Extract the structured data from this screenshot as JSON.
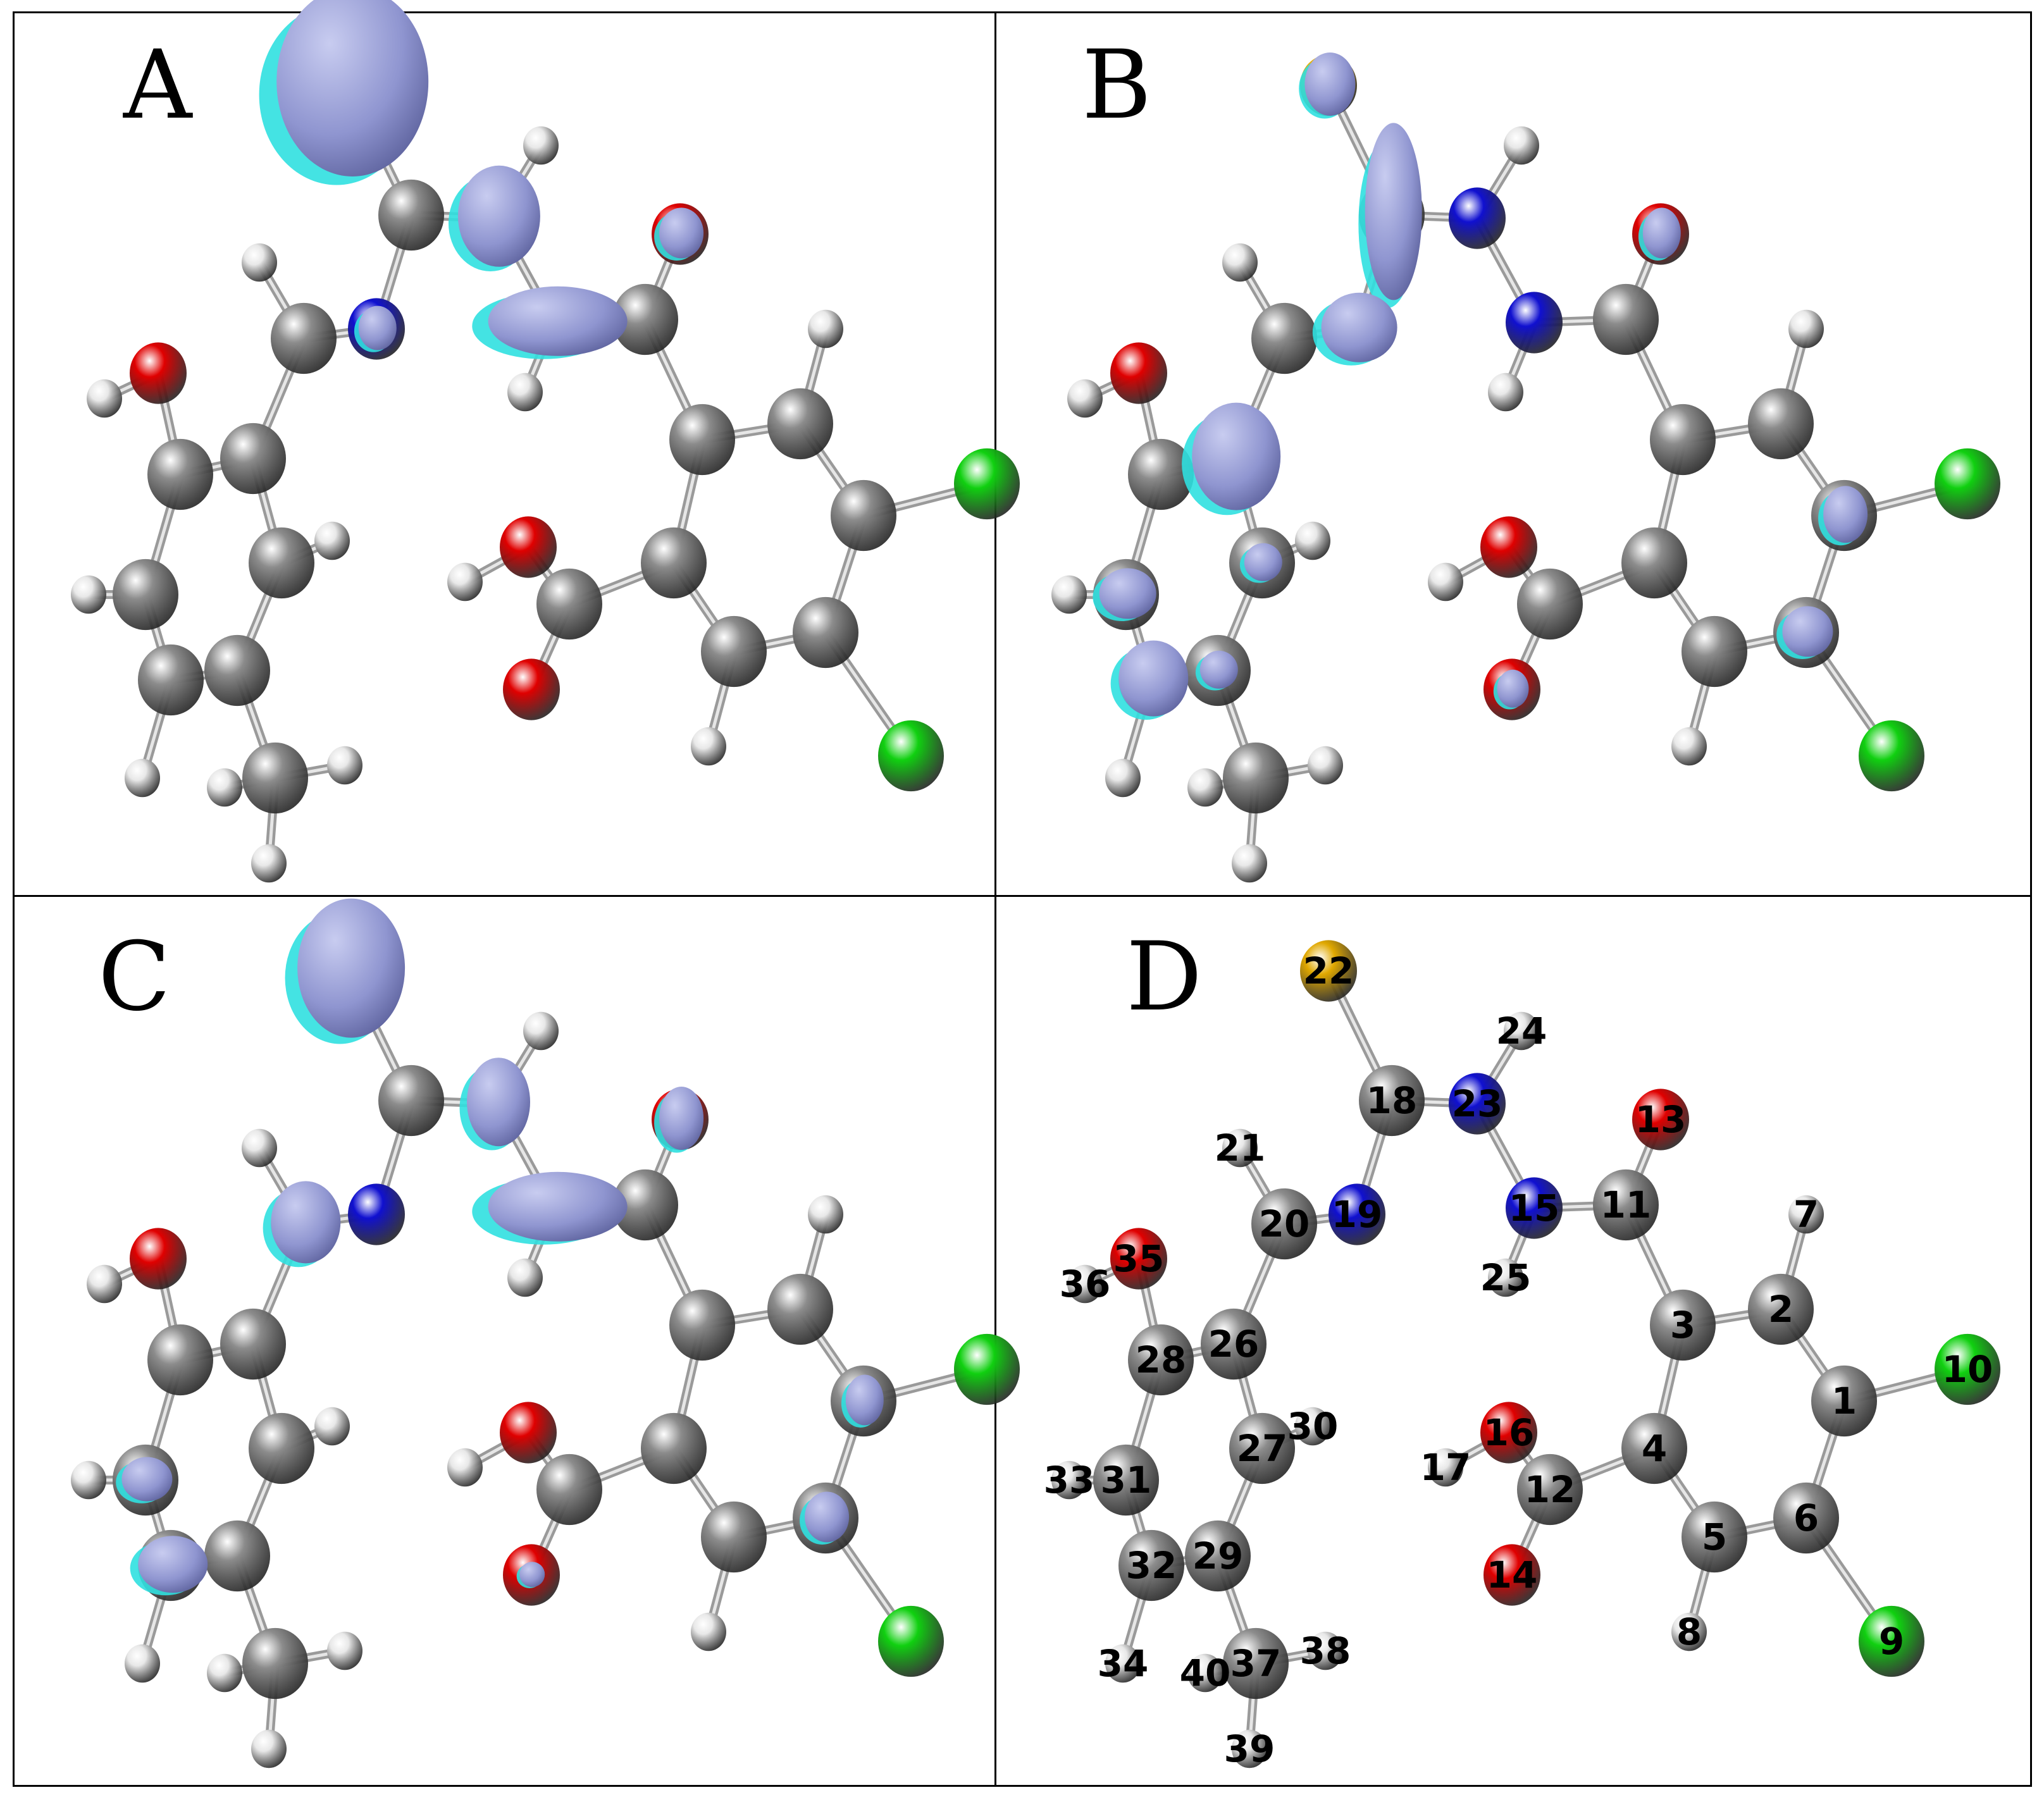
{
  "panels": {
    "A": {
      "letter": "A"
    },
    "B": {
      "letter": "B"
    },
    "C": {
      "letter": "C"
    },
    "D": {
      "letter": "D"
    }
  },
  "colors": {
    "carbon": "#8c8c8c",
    "hydrogen": "#e8e8e8",
    "oxygen": "#e00000",
    "nitrogen": "#1010d0",
    "sulfur": "#e0a800",
    "chlorine": "#10d010",
    "lobe_primary": "#8f95d0",
    "lobe_secondary": "#30e0e0"
  },
  "atoms": [
    {
      "n": "1",
      "el": "C"
    },
    {
      "n": "2",
      "el": "C"
    },
    {
      "n": "3",
      "el": "C"
    },
    {
      "n": "4",
      "el": "C"
    },
    {
      "n": "5",
      "el": "C"
    },
    {
      "n": "6",
      "el": "C"
    },
    {
      "n": "7",
      "el": "H"
    },
    {
      "n": "8",
      "el": "H"
    },
    {
      "n": "9",
      "el": "Cl"
    },
    {
      "n": "10",
      "el": "Cl"
    },
    {
      "n": "11",
      "el": "C"
    },
    {
      "n": "12",
      "el": "C"
    },
    {
      "n": "13",
      "el": "O"
    },
    {
      "n": "14",
      "el": "O"
    },
    {
      "n": "15",
      "el": "N"
    },
    {
      "n": "16",
      "el": "O"
    },
    {
      "n": "17",
      "el": "H"
    },
    {
      "n": "18",
      "el": "C"
    },
    {
      "n": "19",
      "el": "N"
    },
    {
      "n": "20",
      "el": "C"
    },
    {
      "n": "21",
      "el": "H"
    },
    {
      "n": "22",
      "el": "S"
    },
    {
      "n": "23",
      "el": "N"
    },
    {
      "n": "24",
      "el": "H"
    },
    {
      "n": "25",
      "el": "H"
    },
    {
      "n": "26",
      "el": "C"
    },
    {
      "n": "27",
      "el": "C"
    },
    {
      "n": "28",
      "el": "C"
    },
    {
      "n": "29",
      "el": "C"
    },
    {
      "n": "30",
      "el": "H"
    },
    {
      "n": "31",
      "el": "C"
    },
    {
      "n": "32",
      "el": "C"
    },
    {
      "n": "33",
      "el": "H"
    },
    {
      "n": "34",
      "el": "H"
    },
    {
      "n": "35",
      "el": "O"
    },
    {
      "n": "36",
      "el": "H"
    },
    {
      "n": "37",
      "el": "C"
    },
    {
      "n": "38",
      "el": "H"
    },
    {
      "n": "39",
      "el": "H"
    },
    {
      "n": "40",
      "el": "H"
    }
  ]
}
